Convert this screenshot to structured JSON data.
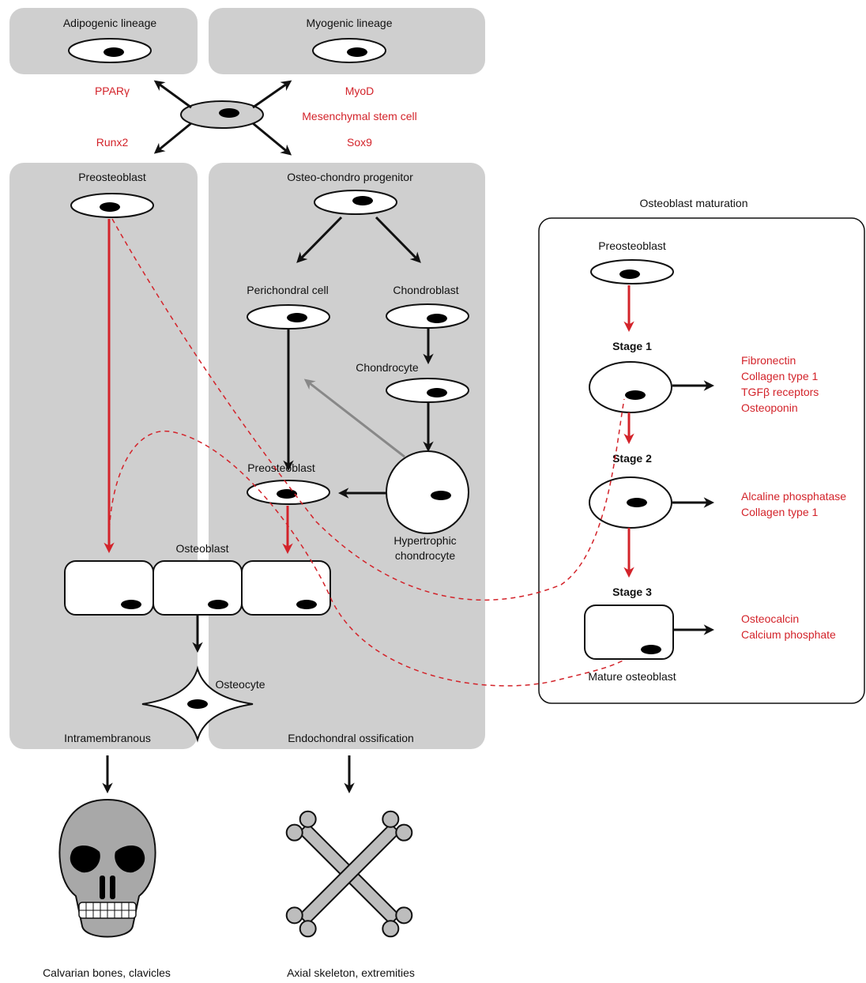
{
  "panels": {
    "adipogenic": "Adipogenic lineage",
    "myogenic": "Myogenic lineage",
    "intramembranous": "Intramembranous",
    "endochondral": "Endochondral ossification"
  },
  "factors": {
    "ppar": "PPARγ",
    "runx2": "Runx2",
    "myod": "MyoD",
    "sox9": "Sox9"
  },
  "msc_label": "Mesenchymal stem cell",
  "cells": {
    "preosteoblast_left": "Preosteoblast",
    "osteo_chondro": "Osteo-chondro progenitor",
    "perichondral": "Perichondral cell",
    "chondroblast": "Chondroblast",
    "chondrocyte": "Chondrocyte",
    "preosteoblast_mid": "Preosteoblast",
    "hypertrophic_1": "Hypertrophic",
    "hypertrophic_2": "chondrocyte",
    "osteoblast": "Osteoblast",
    "osteocyte": "Osteocyte"
  },
  "outcomes": {
    "skull": "Calvarian bones, clavicles",
    "bones": "Axial skeleton, extremities"
  },
  "maturation": {
    "title": "Osteoblast maturation",
    "preosteoblast": "Preosteoblast",
    "stage1": "Stage 1",
    "stage2": "Stage 2",
    "stage3": "Stage 3",
    "mature": "Mature osteoblast",
    "stage1_markers": [
      "Fibronectin",
      "Collagen type 1",
      "TGFβ receptors",
      "Osteoponin"
    ],
    "stage2_markers": [
      "Alcaline phosphatase",
      "Collagen type 1"
    ],
    "stage3_markers": [
      "Osteocalcin",
      "Calcium phosphate"
    ]
  },
  "colors": {
    "panel": "#cfcfcf",
    "accent_red": "#d3232a",
    "line": "#111111"
  }
}
